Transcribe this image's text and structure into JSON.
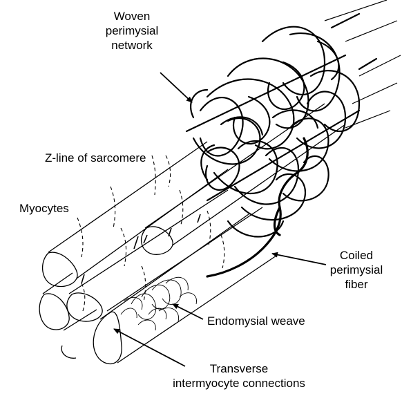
{
  "labels": {
    "woven_network": [
      "Woven",
      "perimysial",
      "network"
    ],
    "z_line": "Z-line of sarcomere",
    "myocytes": "Myocytes",
    "coiled_fiber": [
      "Coiled",
      "perimysial",
      "fiber"
    ],
    "endomysial_weave": "Endomysial weave",
    "transverse_connections": [
      "Transverse",
      "intermyocyte connections"
    ]
  },
  "colors": {
    "ink": "#000000",
    "background": "#ffffff"
  }
}
